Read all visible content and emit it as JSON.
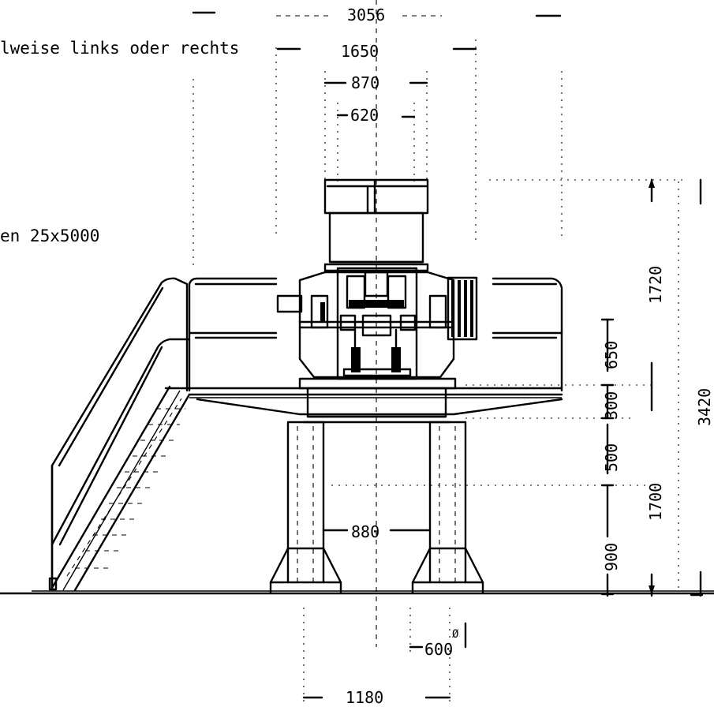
{
  "notes": {
    "side_note": "lweise links oder rechts",
    "rail_note": "en 25x5000"
  },
  "dimensions": {
    "d3056": "3056",
    "d1650": "1650",
    "d870": "870",
    "d620": "620",
    "d1720": "1720",
    "d650": "650",
    "d300": "300",
    "d500": "500",
    "d1700": "1700",
    "d900": "900",
    "d3420": "3420",
    "d880": "880",
    "d600": "600",
    "d600_sym": "Ø",
    "d1180": "1180"
  }
}
